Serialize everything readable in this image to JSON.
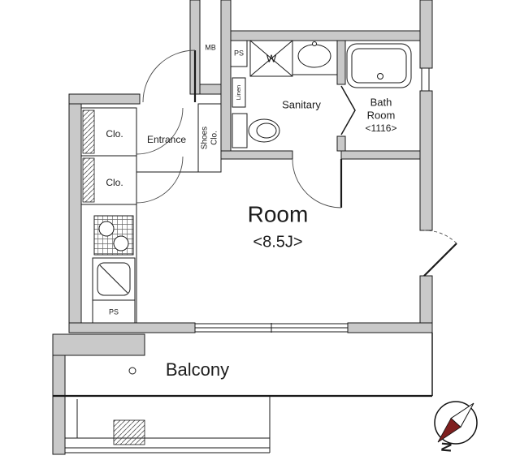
{
  "floorplan": {
    "labels": {
      "mb": "MB",
      "ps_top": "PS",
      "washer": "W",
      "linen": "Linen",
      "sanitary": "Sanitary",
      "bath_line1": "Bath",
      "bath_line2": "Room",
      "bath_size": "<1116>",
      "closet_upper": "Clo.",
      "closet_lower": "Clo.",
      "entrance": "Entrance",
      "shoes_line1": "Shoes",
      "shoes_line2": "Clo.",
      "room": "Room",
      "room_size": "<8.5J>",
      "ps_bottom": "PS",
      "balcony": "Balcony",
      "north": "N"
    },
    "colors": {
      "wall": "#c9c9c9",
      "line": "#1a1a1a",
      "background": "#ffffff",
      "needle": "#7e1f1f"
    }
  }
}
